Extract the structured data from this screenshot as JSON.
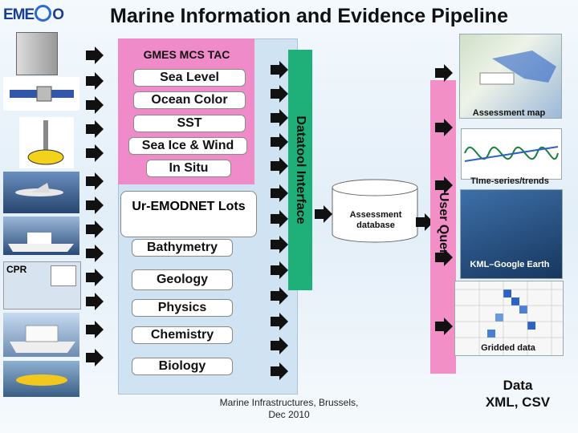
{
  "header": {
    "logo_left": "EME",
    "logo_right": "O",
    "title": "Marine Information and Evidence Pipeline"
  },
  "tac": {
    "title": "GMES MCS TAC",
    "items": [
      "Sea Level",
      "Ocean Color",
      "SST",
      "Sea Ice & Wind",
      "In Situ"
    ]
  },
  "emodnet": {
    "title": "Ur-EMODNET Lots",
    "items": [
      "Bathymetry",
      "Geology",
      "Physics",
      "Chemistry",
      "Biology"
    ]
  },
  "interfaces": {
    "datatool": "Datatool Interface",
    "user_query": "User Query"
  },
  "database": {
    "label": "Assessment database"
  },
  "outputs": {
    "assessment_map": "Assessment map",
    "time_series": "TIme-series/trends",
    "kml": "KML–Google Earth",
    "gridded": "Gridded data",
    "data_line1": "Data",
    "data_line2": "XML, CSV"
  },
  "sources": {
    "cpr_label": "CPR"
  },
  "footer": {
    "line1": "Marine Infrastructures, Brussels,",
    "line2": "Dec 2010"
  },
  "colors": {
    "tac_pink": "#f08bc9",
    "datatool_green": "#1fb07a",
    "user_query_pink": "#f28fc7",
    "panel_blue": "#cfe3f3"
  }
}
